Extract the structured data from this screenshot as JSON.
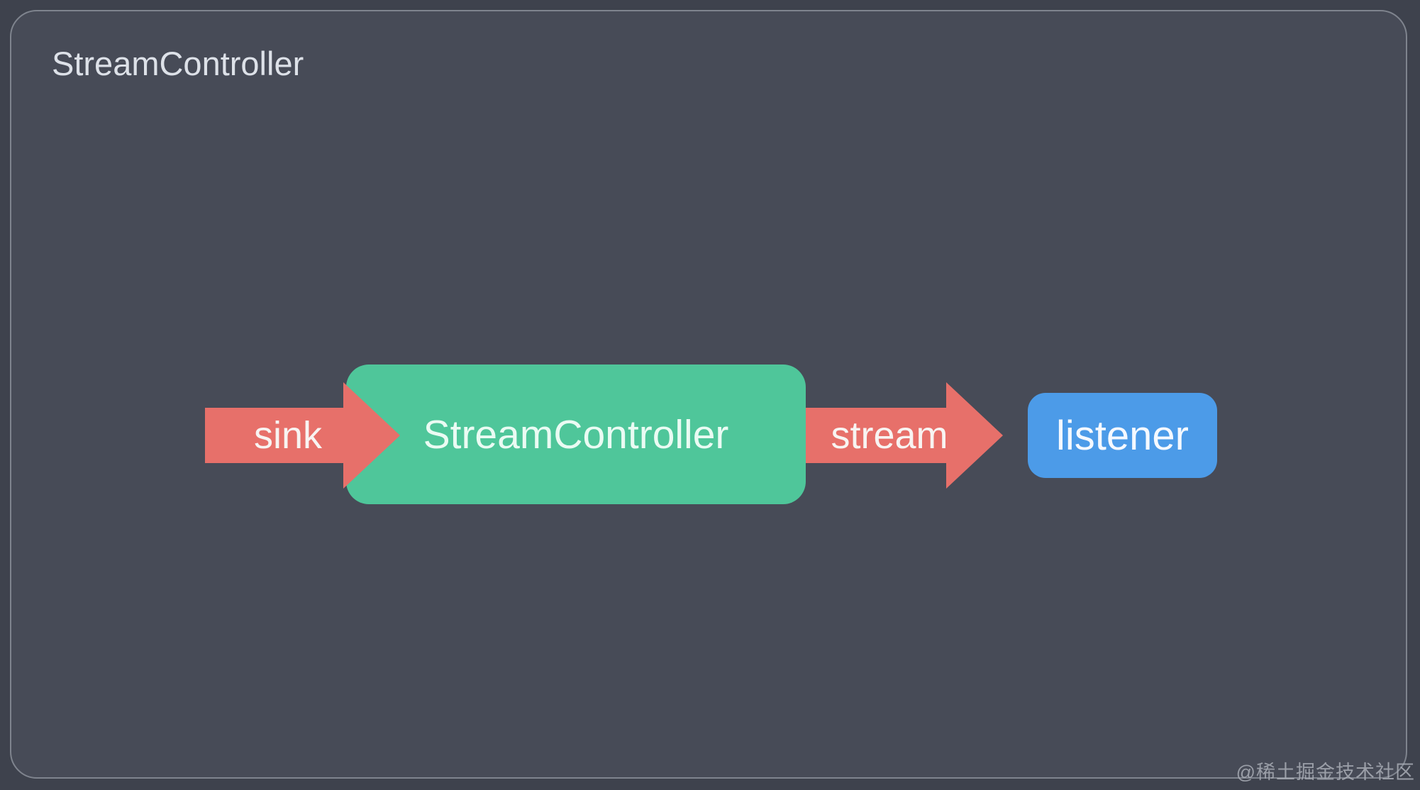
{
  "header": {
    "title": "StreamController"
  },
  "diagram": {
    "sink_arrow": {
      "label": "sink",
      "direction": "right"
    },
    "controller_node": {
      "label": "StreamController"
    },
    "stream_arrow": {
      "label": "stream",
      "direction": "right"
    },
    "listener_node": {
      "label": "listener"
    }
  },
  "watermark": {
    "text": "@稀土掘金技术社区"
  },
  "colors": {
    "page-bg": "#3e424d",
    "panel-bg": "#474b57",
    "panel-border": "#7f848e",
    "arrow": "#e7706a",
    "arrow-text": "#f8f4f2",
    "controller-node": "#4fc69a",
    "controller-text": "#eafbf3",
    "listener-node": "#4c9be8",
    "listener-text": "#f5f9ff",
    "title-text": "#dde1e8",
    "watermark-text": "#a9adb6"
  }
}
